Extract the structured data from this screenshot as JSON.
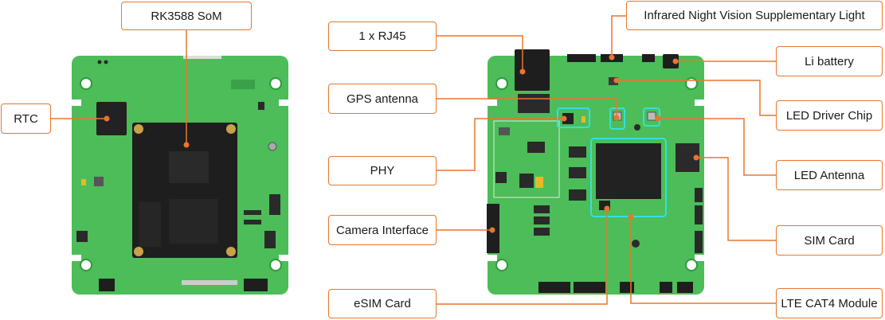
{
  "colors": {
    "pcb": "#4cbd58",
    "pcb_dark": "#2f9a3e",
    "callout": "#e8762d",
    "highlight": "#33e0e0",
    "chip": "#222222"
  },
  "labels": {
    "rk3588_som": "RK3588 SoM",
    "rtc": "RTC",
    "rj45": "1 x RJ45",
    "gps_antenna": "GPS antenna",
    "phy": "PHY",
    "camera_interface": "Camera Interface",
    "esim_card": "eSIM Card",
    "infrared_light": "Infrared Night Vision Supplementary Light",
    "li_battery": "Li battery",
    "led_driver_chip": "LED Driver Chip",
    "led_antenna": "LED Antenna",
    "sim_card": "SIM Card",
    "lte_module": "LTE CAT4 Module"
  }
}
